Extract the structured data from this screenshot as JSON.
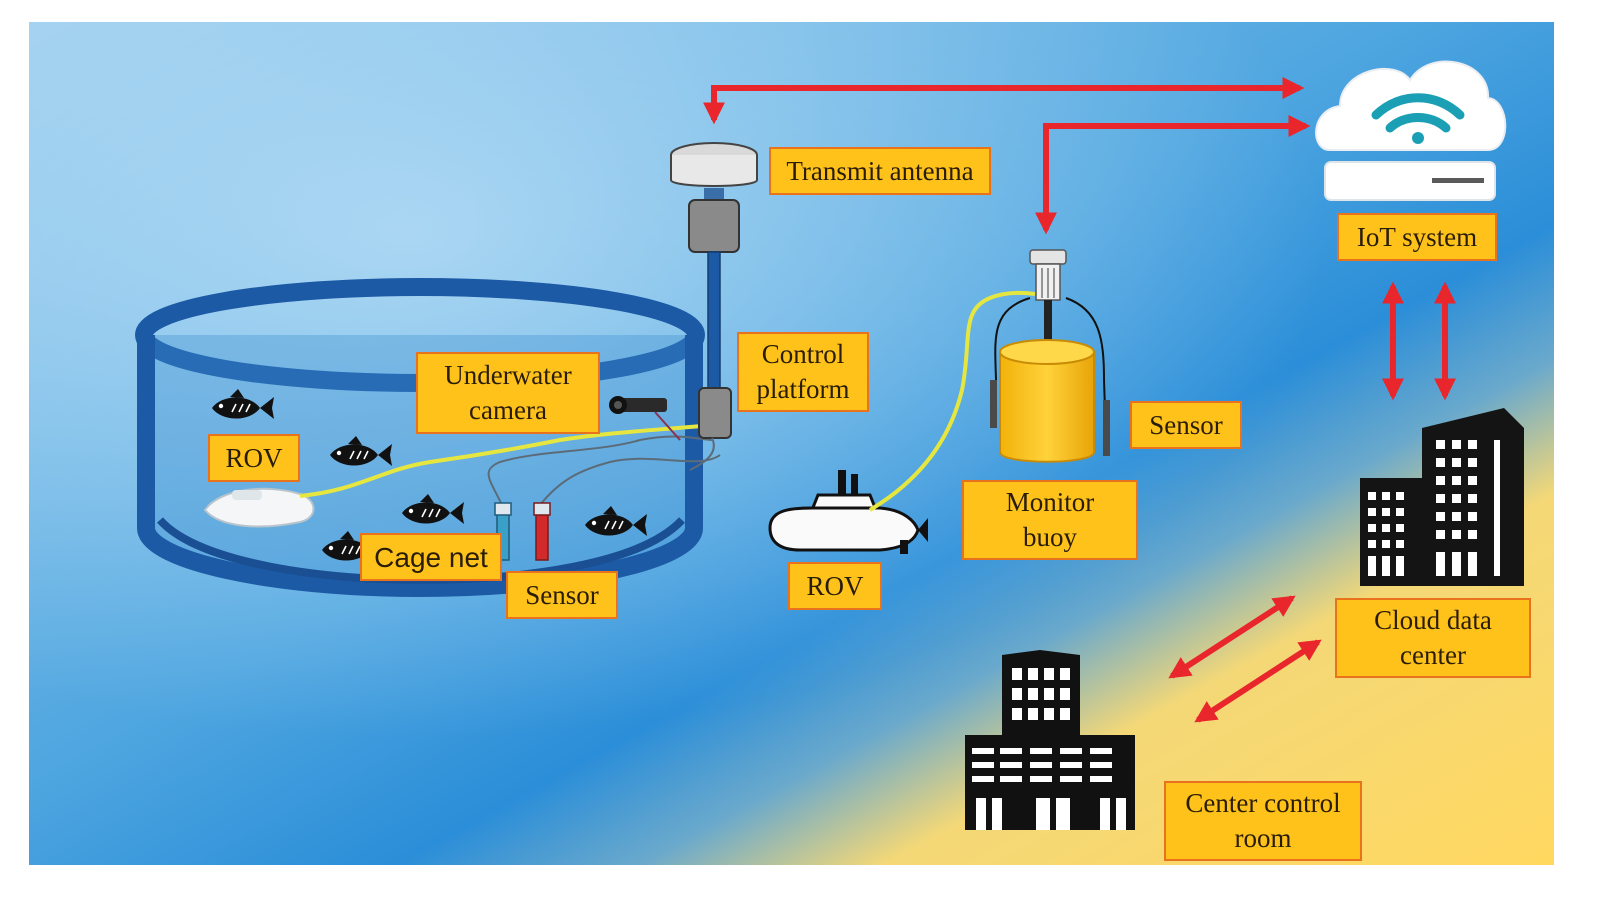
{
  "labels": {
    "transmit_antenna": "Transmit antenna",
    "iot_system": "IoT system",
    "control_platform": [
      "Control",
      "platform"
    ],
    "underwater_camera": [
      "Underwater",
      "camera"
    ],
    "rov_cage": "ROV",
    "cage_net": "Cage net",
    "sensor_cage": "Sensor",
    "rov_sub": "ROV",
    "sensor_buoy": "Sensor",
    "monitor_buoy": [
      "Monitor",
      "buoy"
    ],
    "cloud_data_center": [
      "Cloud data",
      "center"
    ],
    "center_control_room": [
      "Center control",
      "room"
    ]
  },
  "colors": {
    "ocean_light": "#8cc4e8",
    "ocean_deep": "#2f8fd8",
    "shore": "#ffd86a",
    "cage_ring": "#1d5aa6",
    "label_fill": "#ffc21a",
    "label_border": "#e8731c",
    "arrow": "#e8262b",
    "tether": "#e6e640",
    "building": "#141414",
    "wifi": "#1b9fb5"
  },
  "icons": [
    "wifi-cloud-icon",
    "fish-icon",
    "rov-icon",
    "submarine-icon",
    "antenna-icon",
    "buoy-icon",
    "building-icon",
    "camera-icon",
    "sensor-probe-icon"
  ]
}
